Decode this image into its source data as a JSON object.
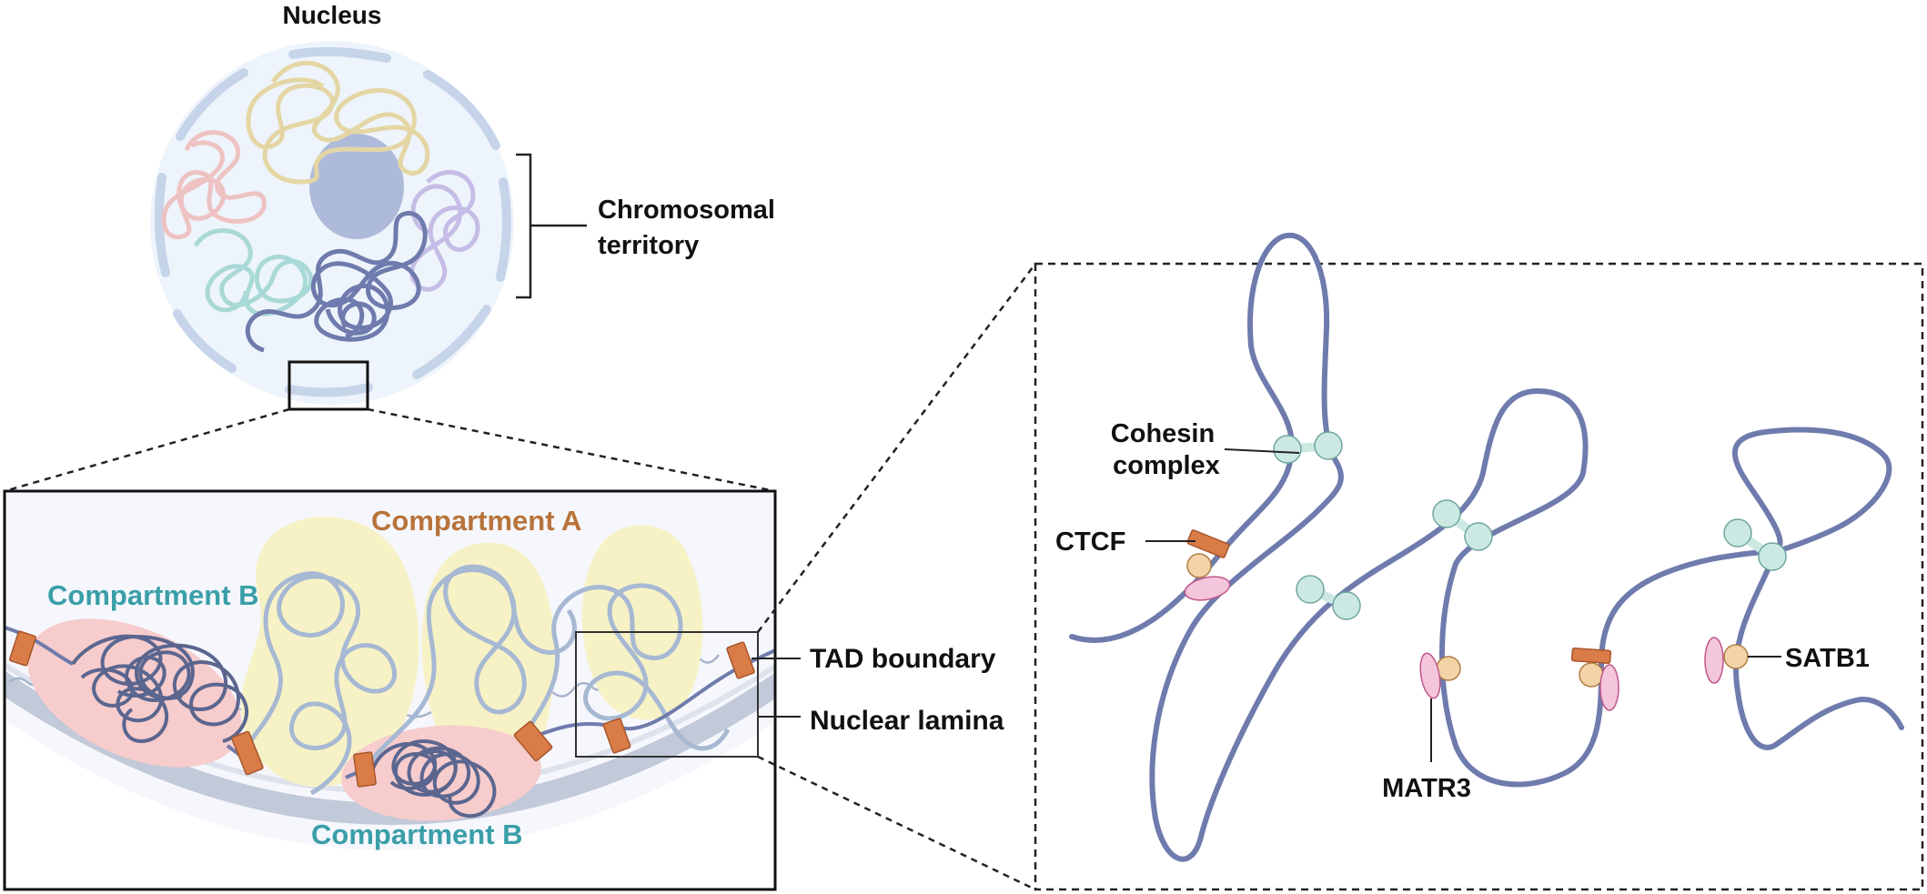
{
  "labels": {
    "nucleus": "Nucleus",
    "territory_line1": "Chromosomal",
    "territory_line2": "territory",
    "compartment_a": "Compartment A",
    "compartment_b_left": "Compartment B",
    "compartment_b_bottom": "Compartment B",
    "tad_boundary": "TAD boundary",
    "nuclear_lamina": "Nuclear lamina",
    "cohesin_line1": "Cohesin",
    "cohesin_line2": "complex",
    "ctcf": "CTCF",
    "matr3": "MATR3",
    "satb1": "SATB1"
  },
  "colors": {
    "compartment_a_text": "#b8733a",
    "compartment_b_text": "#3a9ea8",
    "chromatin": "#6f7bad",
    "light_chromatin": "#a7b8d3",
    "compartment_a_fill": "#f6f2c6",
    "compartment_b_fill": "#f7cccc",
    "ctcf_block": "#d97c48",
    "cohesin_ring": "#cbe9e2",
    "matr3_satb1": "#f3c6dc",
    "factor_core": "#f3d4a8",
    "nucleolus": "#aebad9",
    "nucleus_bg": "#eef4fb",
    "lamina": "#c6d4ea"
  },
  "icons": {
    "nucleus": "cell-nucleus-icon",
    "cohesin": "cohesin-ring-icon",
    "ctcf": "ctcf-block-icon"
  }
}
